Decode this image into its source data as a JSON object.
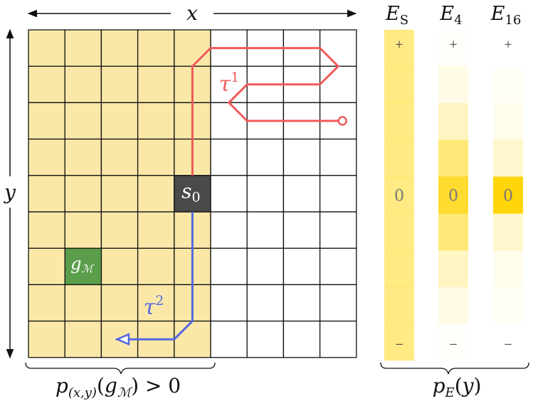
{
  "axis_labels": {
    "x": "x",
    "y": "y"
  },
  "grid": {
    "cols": 9,
    "rows": 9,
    "shaded_cols": 5,
    "shade_color": "#fbe8a8",
    "line_color": "#111111"
  },
  "cells": {
    "start": {
      "label_base": "s",
      "label_sub": "0",
      "col": 4,
      "row": 4,
      "color": "#4a4a4a"
    },
    "goal": {
      "label_base": "g",
      "label_sub": "ℳ",
      "col": 1,
      "row": 6,
      "color": "#5a9e4b"
    }
  },
  "trajectories": [
    {
      "name": "tau1",
      "label_base": "τ",
      "label_sup": "1",
      "color": "#f05a5a",
      "end_marker": "circle",
      "points": [
        [
          4.5,
          4.0
        ],
        [
          4.5,
          1.0
        ],
        [
          5.0,
          0.5
        ],
        [
          8.0,
          0.5
        ],
        [
          8.5,
          1.0
        ],
        [
          8.0,
          1.5
        ],
        [
          6.0,
          1.5
        ],
        [
          5.5,
          2.0
        ],
        [
          6.0,
          2.5
        ],
        [
          8.5,
          2.5
        ]
      ]
    },
    {
      "name": "tau2",
      "label_base": "τ",
      "label_sup": "2",
      "color": "#5468e0",
      "end_marker": "arrow",
      "points": [
        [
          4.5,
          5.0
        ],
        [
          4.5,
          8.0
        ],
        [
          4.0,
          8.5
        ],
        [
          2.4,
          8.5
        ]
      ]
    }
  ],
  "left_brace_label": {
    "p": "p",
    "sub": "(x,y)",
    "arg": "g",
    "arg_sub": "ℳ",
    "rel": "> 0"
  },
  "bars": [
    {
      "name": "ES",
      "label_base": "E",
      "label_sub": "S",
      "plus": "+",
      "zero": "0",
      "minus": "−",
      "intensity": [
        0.5,
        0.5,
        0.5,
        0.5,
        0.5,
        0.5,
        0.5,
        0.5,
        0.5
      ]
    },
    {
      "name": "E4",
      "label_base": "E",
      "label_sub": "4",
      "plus": "+",
      "zero": "0",
      "minus": "−",
      "intensity": [
        0.02,
        0.1,
        0.25,
        0.55,
        0.85,
        0.55,
        0.25,
        0.1,
        0.02
      ]
    },
    {
      "name": "E16",
      "label_base": "E",
      "label_sub": "16",
      "plus": "+",
      "zero": "0",
      "minus": "−",
      "intensity": [
        0.0,
        0.03,
        0.08,
        0.2,
        1.0,
        0.2,
        0.08,
        0.03,
        0.0
      ]
    }
  ],
  "right_brace_label": {
    "p": "p",
    "sub": "E",
    "arg": "y"
  },
  "bar_color": "#ffd60a"
}
